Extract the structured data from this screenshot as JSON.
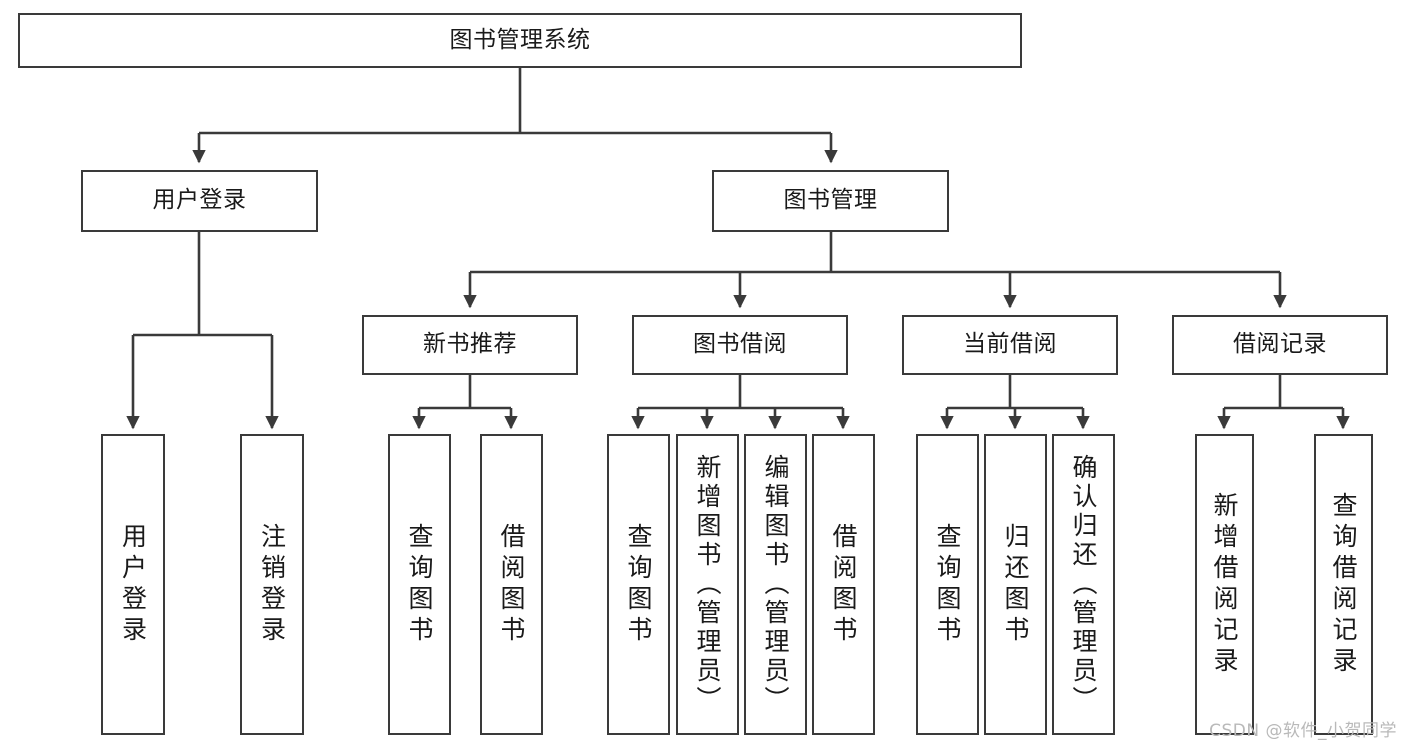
{
  "diagram": {
    "title": "图书管理系统",
    "type": "tree-hierarchy-diagram",
    "watermark": "CSDN @软件_小贺同学",
    "colors": {
      "box_border": "#3a3a3a",
      "box_fill": "#ffffff",
      "connector": "#3a3a3a",
      "text": "#1a1a1a",
      "watermark": "#b9b9b9"
    },
    "nodes": {
      "root": {
        "label": "图书管理系统"
      },
      "level2": [
        {
          "id": "user-login",
          "label": "用户登录"
        },
        {
          "id": "book-management",
          "label": "图书管理"
        }
      ],
      "level3": [
        {
          "id": "new-book-recommend",
          "label": "新书推荐"
        },
        {
          "id": "book-borrow",
          "label": "图书借阅"
        },
        {
          "id": "current-borrow",
          "label": "当前借阅"
        },
        {
          "id": "borrow-record",
          "label": "借阅记录"
        }
      ],
      "leaves": [
        {
          "id": "leaf-user-login",
          "label": "用户登录"
        },
        {
          "id": "leaf-logout-login",
          "label": "注销登录"
        },
        {
          "id": "leaf-query-book-1",
          "label": "查询图书"
        },
        {
          "id": "leaf-borrow-book-1",
          "label": "借阅图书"
        },
        {
          "id": "leaf-query-book-2",
          "label": "查询图书"
        },
        {
          "id": "leaf-add-book",
          "label": "新增图书（管理员）"
        },
        {
          "id": "leaf-edit-book",
          "label": "编辑图书（管理员）"
        },
        {
          "id": "leaf-borrow-book-2",
          "label": "借阅图书"
        },
        {
          "id": "leaf-query-book-3",
          "label": "查询图书"
        },
        {
          "id": "leaf-return-book",
          "label": "归还图书"
        },
        {
          "id": "leaf-confirm-return",
          "label": "确认归还（管理员）"
        },
        {
          "id": "leaf-add-borrow-record",
          "label": "新增借阅记录"
        },
        {
          "id": "leaf-query-borrow-record",
          "label": "查询借阅记录"
        }
      ]
    }
  }
}
